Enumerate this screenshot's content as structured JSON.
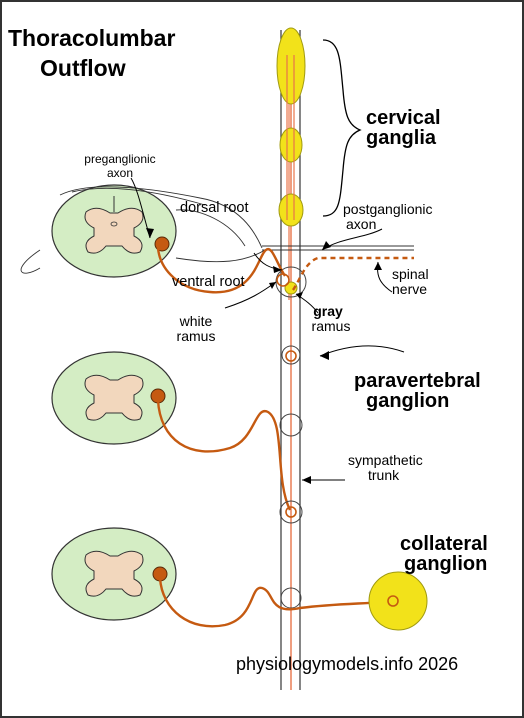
{
  "title": {
    "line1": "Thoracolumbar",
    "line2": "Outflow"
  },
  "labels": {
    "preganglionic_line1": "preganglionic",
    "preganglionic_line2": "axon",
    "dorsal_root": "dorsal root",
    "ventral_root": "ventral root",
    "white_ramus_line1": "white",
    "white_ramus_line2": "ramus",
    "gray_ramus_line1": "gray",
    "gray_ramus_line2": "ramus",
    "cervical_line1": "cervical",
    "cervical_line2": "ganglia",
    "postganglionic_line1": "postganglionic",
    "postganglionic_line2": "axon",
    "spinal_nerve_line1": "spinal",
    "spinal_nerve_line2": "nerve",
    "paravertebral_line1": "paravertebral",
    "paravertebral_line2": "ganglion",
    "sympathetic_trunk_line1": "sympathetic",
    "sympathetic_trunk_line2": "trunk",
    "collateral_line1": "collateral",
    "collateral_line2": "ganglion",
    "credit": "physiologymodels.info 2026"
  },
  "colors": {
    "axon": "#c55a11",
    "trunk_inner": "#e8744a",
    "ganglion_yellow": "#f2e21a",
    "cord_white_matter": "#d4edc4",
    "cord_gray_matter": "#f2d7bd",
    "neuron_body": "#c55a11"
  }
}
